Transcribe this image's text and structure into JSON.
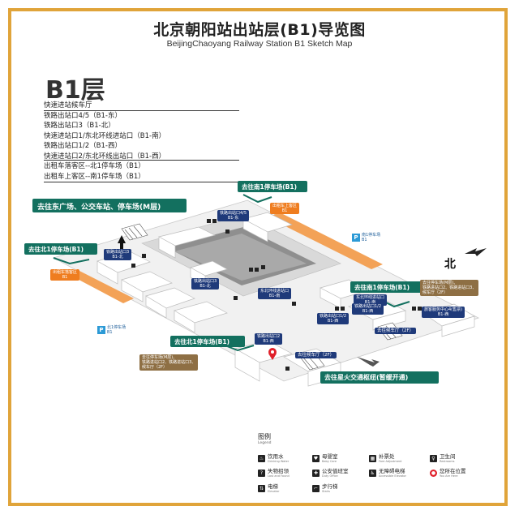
{
  "title": {
    "cn": "北京朝阳站出站层(B1)导览图",
    "en": "BeijingChaoyang Railway Station  B1  Sketch  Map"
  },
  "floor_label": "B1层",
  "info_group_1": [
    "快速进站候车厅",
    "铁路出站口4/5（B1-东）",
    "铁路出站口3（B1-北）",
    "快速进站口1/东北环线进站口（B1-南）",
    "铁路出站口1/2（B1-西）",
    "快速进站口2/东北环线出站口（B1-西）"
  ],
  "info_group_2": [
    "出租车落客区--北1停车场（B1）",
    "出租车上客区--南1停车场（B1）"
  ],
  "map": {
    "east_square_sign": "去往东广场、公交车站、停车场(M层)",
    "south1_parking_top": "去往南1停车场(B1)",
    "north1_parking_left": "去往北1停车场(B1)",
    "south1_parking_right": "去往南1停车场(B1)",
    "north1_parking_bottom": "去往北1停车场(B1)",
    "xinghuo_sign": "去往星火交通枢纽(暂缓开通)",
    "taxi_dropoff": [
      "出租车落客区",
      "B1"
    ],
    "taxi_pickup": [
      "出租车上客区",
      "B1"
    ],
    "exit_4_5": [
      "铁路出站口4/5",
      "B1-东"
    ],
    "exit_3": [
      "铁路出站口3",
      "B1-北"
    ],
    "exit_3b": [
      "铁路出站口3",
      "B1-北"
    ],
    "ne_ring_entry": [
      "东北环线进站口",
      "B1-南"
    ],
    "ne_ring_entry_b": [
      "东北环线进站口",
      "B1-南"
    ],
    "exit_1_2": [
      "铁路出站口1/2",
      "B1-西"
    ],
    "exit_1_2b": [
      "铁路出站口1/2",
      "B1-西"
    ],
    "exit_west": [
      "铁路出站口1/2",
      "B1-西"
    ],
    "exit_2": [
      "铁路出站口2",
      "B1-西"
    ],
    "service_center": [
      "旅客服务中心4(售票)",
      "B1-西"
    ],
    "parking_p1": [
      "南1停车场",
      "B1"
    ],
    "parking_p2": [
      "北1停车场",
      "B1"
    ],
    "waiting_hall_2f_a": "去往候车厅（2F）",
    "waiting_hall_2f_b": "去往候车厅（2F）",
    "brown_right": [
      "去往停车场(M层)、",
      "铁路进站口2、铁路进站口3、",
      "候车厅（2F）"
    ],
    "brown_bottom": [
      "去往停车场(M层)、",
      "铁路进站口2、铁路进站口3、",
      "候车厅（2F）"
    ],
    "north_label": "北"
  },
  "legend": {
    "title": "图例",
    "subtitle": "Legend",
    "items": [
      {
        "icon": "drinking-water-icon",
        "glyph": "♨",
        "cn": "饮用水",
        "en": "Drinking Water"
      },
      {
        "icon": "baby-care-icon",
        "glyph": "♥",
        "cn": "母婴室",
        "en": "Baby Care"
      },
      {
        "icon": "ticket-office-icon",
        "glyph": "▦",
        "cn": "补票处",
        "en": "Fare Adjustment"
      },
      {
        "icon": "restroom-icon",
        "glyph": "♀",
        "cn": "卫生间",
        "en": "Restrooms"
      },
      {
        "icon": "lost-found-icon",
        "glyph": "?",
        "cn": "失物招领",
        "en": "Lost and Found"
      },
      {
        "icon": "duty-office-icon",
        "glyph": "✚",
        "cn": "公安值班室",
        "en": "Duty Office"
      },
      {
        "icon": "accessible-elevator-icon",
        "glyph": "♿",
        "cn": "无障碍电梯",
        "en": "Accessible Elevator"
      },
      {
        "icon": "you-are-here-icon",
        "glyph": "●",
        "cn": "您所在位置",
        "en": "You Are Here"
      },
      {
        "icon": "elevator-icon",
        "glyph": "⇅",
        "cn": "电梯",
        "en": "Elevator"
      },
      {
        "icon": "stairs-icon",
        "glyph": "⌐",
        "cn": "步行梯",
        "en": "Stairs"
      }
    ]
  },
  "colors": {
    "frame": "#e0a43a",
    "green_sign": "#13705f",
    "orange_sign": "#ef7d1f",
    "navy_sign": "#1f3a7a",
    "brown_sign": "#8e6f44",
    "you_are_here": "#e0202a"
  }
}
